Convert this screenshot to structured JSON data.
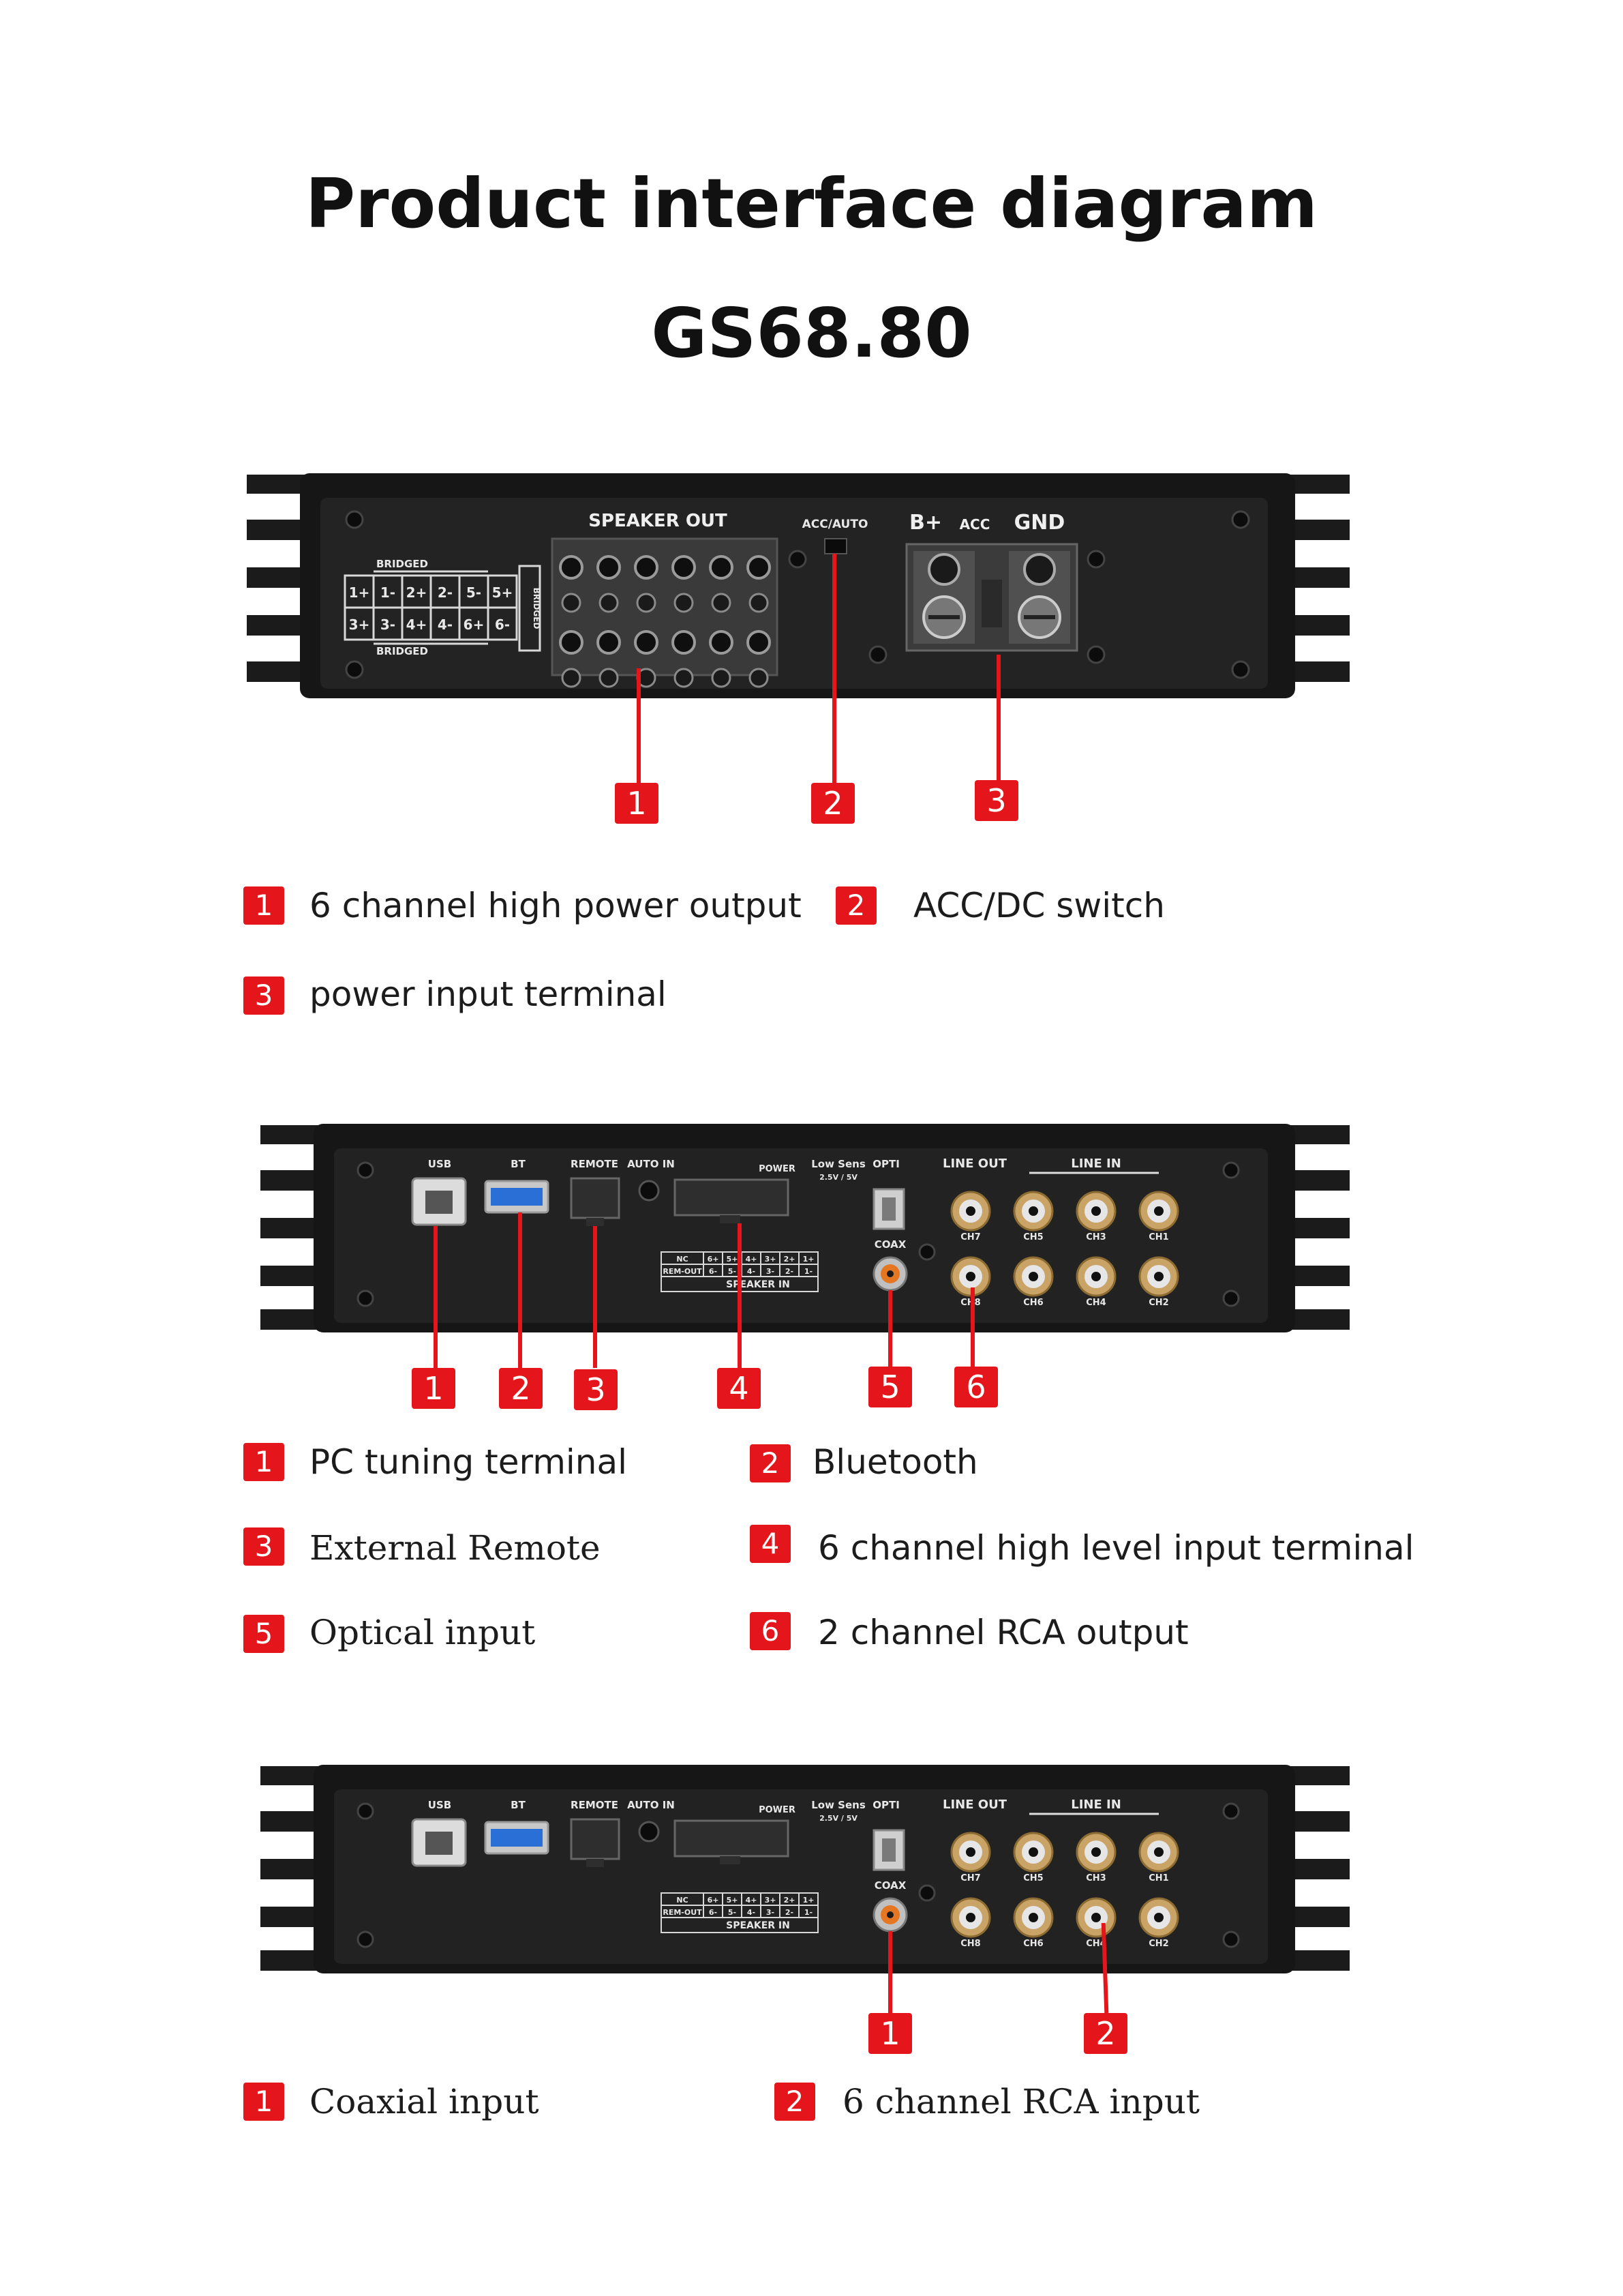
{
  "title": "Product interface diagram",
  "model": "GS68.80",
  "accent_color": "#e4161b",
  "panel1": {
    "silk": {
      "speaker_out": "SPEAKER OUT",
      "acc_auto": "ACC/AUTO",
      "b_plus": "B+",
      "acc": "ACC",
      "gnd": "GND",
      "bridged_top": "BRIDGED",
      "bridged_bottom": "BRIDGED",
      "bridged_side": "BRIDGED",
      "grid_row1": [
        "1+",
        "1-",
        "2+",
        "2-",
        "5-",
        "5+"
      ],
      "grid_row2": [
        "3+",
        "3-",
        "4+",
        "4-",
        "6+",
        "6-"
      ]
    },
    "callouts": [
      "1",
      "2",
      "3"
    ],
    "labels": [
      {
        "num": "1",
        "text": "6 channel high power output"
      },
      {
        "num": "2",
        "text": "ACC/DC switch"
      },
      {
        "num": "3",
        "text": "power input terminal"
      }
    ]
  },
  "panel2": {
    "silk": {
      "usb": "USB",
      "bt": "BT",
      "remote": "REMOTE",
      "auto_in": "AUTO IN",
      "power": "POWER",
      "low_sens": "Low Sens",
      "sens_val": "2.5V / 5V",
      "opti": "OPTI",
      "coax": "COAX",
      "line_out": "LINE OUT",
      "line_in": "LINE IN",
      "table_row1": [
        "NC",
        "6+",
        "5+",
        "4+",
        "3+",
        "2+",
        "1+"
      ],
      "table_row2": [
        "REM-OUT",
        "6-",
        "5-",
        "4-",
        "3-",
        "2-",
        "1-"
      ],
      "speaker_in": "SPEAKER IN",
      "ch_top": [
        "CH7",
        "CH5",
        "CH3",
        "CH1"
      ],
      "ch_bottom": [
        "CH8",
        "CH6",
        "CH4",
        "CH2"
      ]
    },
    "callouts": [
      "1",
      "2",
      "3",
      "4",
      "5",
      "6"
    ],
    "labels": [
      {
        "num": "1",
        "text": "PC tuning terminal"
      },
      {
        "num": "2",
        "text": "Bluetooth"
      },
      {
        "num": "3",
        "text": "External Remote"
      },
      {
        "num": "4",
        "text": "6 channel high level input terminal"
      },
      {
        "num": "5",
        "text": "Optical input"
      },
      {
        "num": "6",
        "text": "2 channel RCA output"
      }
    ]
  },
  "panel3": {
    "silk": {
      "usb": "USB",
      "bt": "BT",
      "remote": "REMOTE",
      "auto_in": "AUTO IN",
      "power": "POWER",
      "low_sens": "Low Sens",
      "sens_val": "2.5V / 5V",
      "opti": "OPTI",
      "coax": "COAX",
      "line_out": "LINE OUT",
      "line_in": "LINE IN",
      "table_row1": [
        "NC",
        "6+",
        "5+",
        "4+",
        "3+",
        "2+",
        "1+"
      ],
      "table_row2": [
        "REM-OUT",
        "6-",
        "5-",
        "4-",
        "3-",
        "2-",
        "1-"
      ],
      "speaker_in": "SPEAKER IN",
      "ch_top": [
        "CH7",
        "CH5",
        "CH3",
        "CH1"
      ],
      "ch_bottom": [
        "CH8",
        "CH6",
        "CH4",
        "CH2"
      ]
    },
    "callouts": [
      "1",
      "2"
    ],
    "labels": [
      {
        "num": "1",
        "text": "Coaxial input"
      },
      {
        "num": "2",
        "text": "6 channel RCA input"
      }
    ]
  }
}
